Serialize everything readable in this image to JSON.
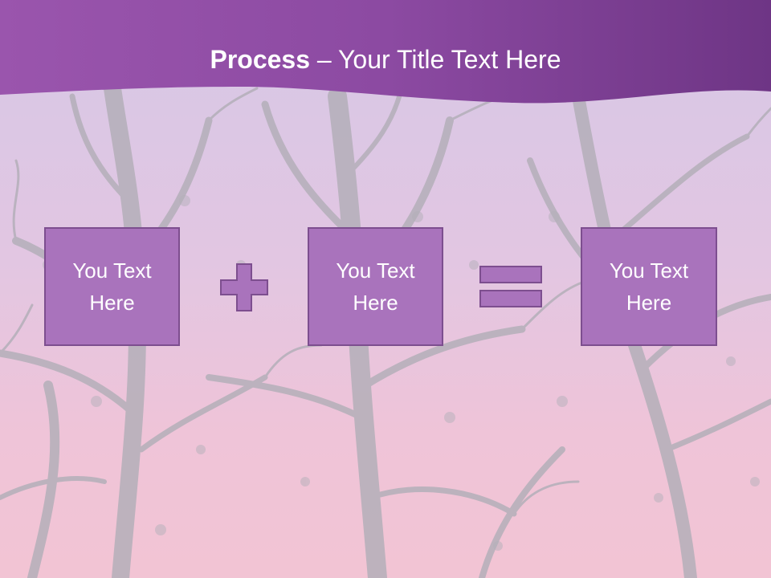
{
  "title": {
    "bold_text": "Process",
    "rest_text": "– Your Title Text Here"
  },
  "process": {
    "boxes": [
      {
        "label": "You Text Here"
      },
      {
        "label": "You Text Here"
      },
      {
        "label": "You Text Here"
      }
    ],
    "operators": [
      "plus-icon",
      "equals-icon"
    ]
  },
  "colors": {
    "header": "#8e4ca3",
    "box_fill": "#a973bc",
    "box_border": "#7d4e8f",
    "title_text": "#ffffff",
    "tree_silhouette": "#b4afb9"
  }
}
